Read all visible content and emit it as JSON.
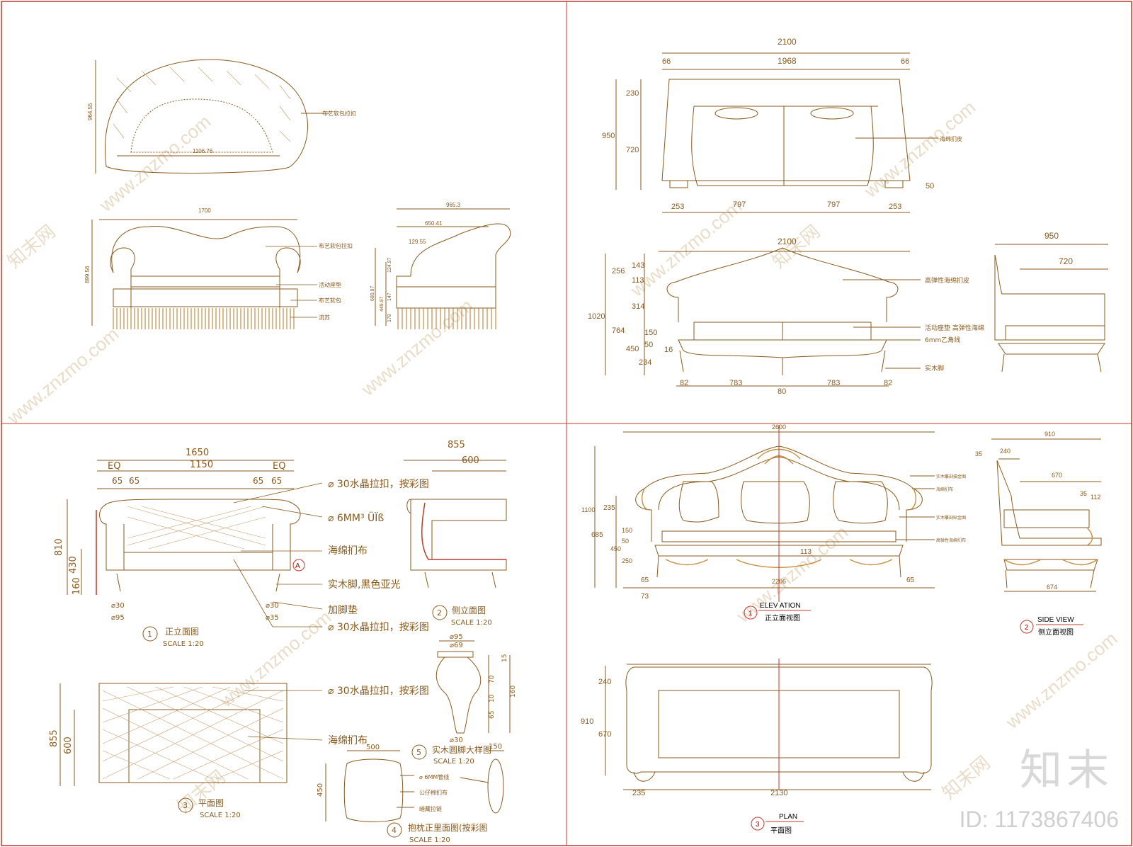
{
  "watermarks": {
    "site": "www.znzmo.com",
    "brand_cn": "知末网"
  },
  "brand": {
    "name": "知末",
    "id_text": "ID: 1173867406"
  },
  "q1": {
    "top_w": "1106.76",
    "top_h": "964.55",
    "top_note": "布艺软包拉扣",
    "front_w": "1700",
    "front_h": "899.56",
    "front_notes": [
      "布艺软包拉扣",
      "活动座垫",
      "布艺软包",
      "流苏"
    ],
    "side_w": "965.3",
    "side_w2": "650.41",
    "side_w3": "129.55",
    "side_h": [
      "124.97",
      "680.97",
      "449.97",
      "147",
      "178"
    ]
  },
  "q2": {
    "top_total": "2100",
    "top_inner": "1968",
    "top_side_l": "66",
    "top_side_r": "66",
    "top_h": "950",
    "top_h1": "230",
    "top_h2": "720",
    "top_foot": "50",
    "top_bottom": [
      "253",
      "797",
      "797",
      "253"
    ],
    "top_note": "海绵扪皮",
    "elev_total": "2100",
    "elev_left": [
      "256",
      "143",
      "113",
      "314",
      "150",
      "50",
      "16",
      "234"
    ],
    "elev_h": "1020",
    "elev_h2": "764",
    "elev_h3": "450",
    "elev_bottom": [
      "82",
      "783",
      "80",
      "783",
      "82"
    ],
    "elev_notes": [
      "高弹性海绵扪皮",
      "活动座垫 高弹性海绵",
      "6mm乙角线",
      "实木脚"
    ],
    "side_w": "950",
    "side_w2": "720"
  },
  "q3": {
    "front_total": "1650",
    "front_eq_l": "EQ",
    "front_eq_r": "EQ",
    "front_inner": "1150",
    "front_65": [
      "65",
      "65",
      "65",
      "65"
    ],
    "front_h": [
      "810",
      "430",
      "160"
    ],
    "front_notes": [
      "⌀ 30水晶拉扣，按彩图",
      "⌀ 6MM³ ÜÏß",
      "海绵扪布",
      "实木脚,黑色亚光",
      "加脚垫",
      "⌀ 30水晶拉扣，按彩图"
    ],
    "front_marker": "A",
    "front_feet": [
      "⌀30",
      "⌀95",
      "⌀30",
      "⌀35"
    ],
    "label1_num": "1",
    "label1_cn": "正立面图",
    "label1_scale": "SCALE 1:20",
    "side_total": "855",
    "side_inner": "600",
    "label2_num": "2",
    "label2_cn": "侧立面图",
    "label2_scale": "SCALE 1:20",
    "foot_d": [
      "⌀95",
      "⌀69",
      "⌀30"
    ],
    "foot_h": [
      "15",
      "70",
      "10",
      "65",
      "160"
    ],
    "label5_num": "5",
    "label5_cn": "实木圆脚大样图",
    "label5_scale": "SCALE 1:20",
    "plan_h": [
      "855",
      "600"
    ],
    "plan_notes": [
      "⌀ 30水晶拉扣，按彩图",
      "海绵扪布"
    ],
    "label3_num": "3",
    "label3_cn": "平面图",
    "label3_scale": "SCALE 1:20",
    "pillow_w": "500",
    "pillow_h": "450",
    "pillow_side": "150",
    "pillow_notes": [
      "⌀ 6MM管线",
      "公仔棉扪布",
      "暗藏拉链"
    ],
    "label4_num": "4",
    "label4_cn": "抱枕正里面图(按彩图",
    "label4_scale": "SCALE 1:20"
  },
  "q4": {
    "elev_total": "2600",
    "elev_h": [
      "1100",
      "235",
      "685",
      "150",
      "50",
      "450",
      "250"
    ],
    "elev_bottom": [
      "65",
      "2206",
      "65"
    ],
    "elev_under": "73",
    "elev_mid": "113",
    "elev_notes": [
      "实木雕刻描金图",
      "海绵扪布",
      "实木雕刻贴金图",
      "高弹性海绵扪布"
    ],
    "label1_num": "1",
    "label1_en": "ELEV ATION",
    "label1_cn": "正立面视图",
    "side_w": "910",
    "side_240": "240",
    "side_35": "35",
    "side_670": "670",
    "side_35b": "35",
    "side_112": "112",
    "side_674": "674",
    "label2_num": "2",
    "label2_en": "SIDE VIEW",
    "label2_cn": "侧立面视图",
    "plan_h": [
      "240",
      "910",
      "670"
    ],
    "plan_w": "2130",
    "plan_left": "235",
    "label3_num": "3",
    "label3_en": "PLAN",
    "label3_cn": "平面图"
  }
}
